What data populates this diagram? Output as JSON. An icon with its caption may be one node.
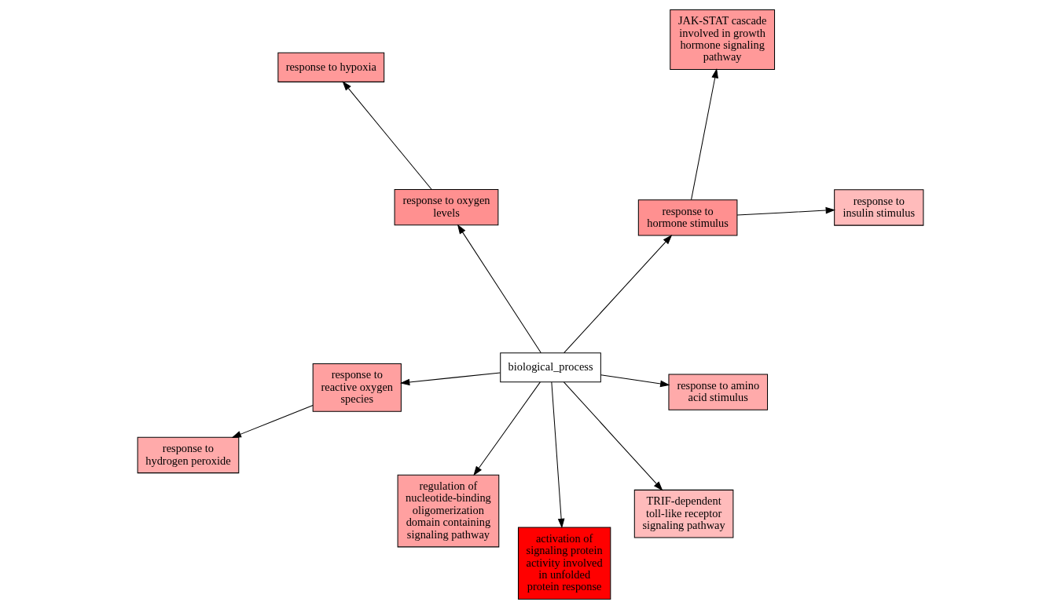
{
  "diagram": {
    "nodes": [
      {
        "text": [
          "biological_process"
        ]
      },
      {
        "text": [
          "response to amino acid stimulus"
        ]
      },
      {
        "text": [
          "activation of signaling protein activity involved in unfolded protein response"
        ]
      },
      {
        "text": [
          "response to hormone stimulus"
        ]
      },
      {
        "text": [
          "JAK-STAT cascade involved in growth hormone signaling pathway"
        ]
      },
      {
        "text": [
          "response to reactive oxygen species"
        ]
      },
      {
        "text": [
          "response to hydrogen peroxide"
        ]
      },
      {
        "text": [
          "response to insulin stimulus"
        ]
      },
      {
        "text": [
          "regulation of nucleotide-binding oligomerization domain containing signaling pathway"
        ]
      },
      {
        "text": [
          "TRIF-dependent toll-like receptor signaling pathway"
        ]
      },
      {
        "text": [
          "response to oxygen levels"
        ]
      },
      {
        "text": [
          "response to hypoxia"
        ]
      }
    ],
    "edges": [
      {
        "from": 0,
        "to": 1,
        "arrow": "to"
      },
      {
        "from": 0,
        "to": 2,
        "arrow": "to"
      },
      {
        "from": 0,
        "to": 3,
        "arrow": "to"
      },
      {
        "from": 3,
        "to": 4,
        "arrow": "to"
      },
      {
        "from": 3,
        "to": 7,
        "arrow": "to"
      },
      {
        "from": 0,
        "to": 5,
        "arrow": "to"
      },
      {
        "from": 5,
        "to": 6,
        "arrow": "to"
      },
      {
        "from": 0,
        "to": 8,
        "arrow": "to"
      },
      {
        "from": 0,
        "to": 9,
        "arrow": "to"
      },
      {
        "from": 0,
        "to": 10,
        "arrow": "to"
      },
      {
        "from": 10,
        "to": 11,
        "arrow": "to"
      }
    ]
  }
}
